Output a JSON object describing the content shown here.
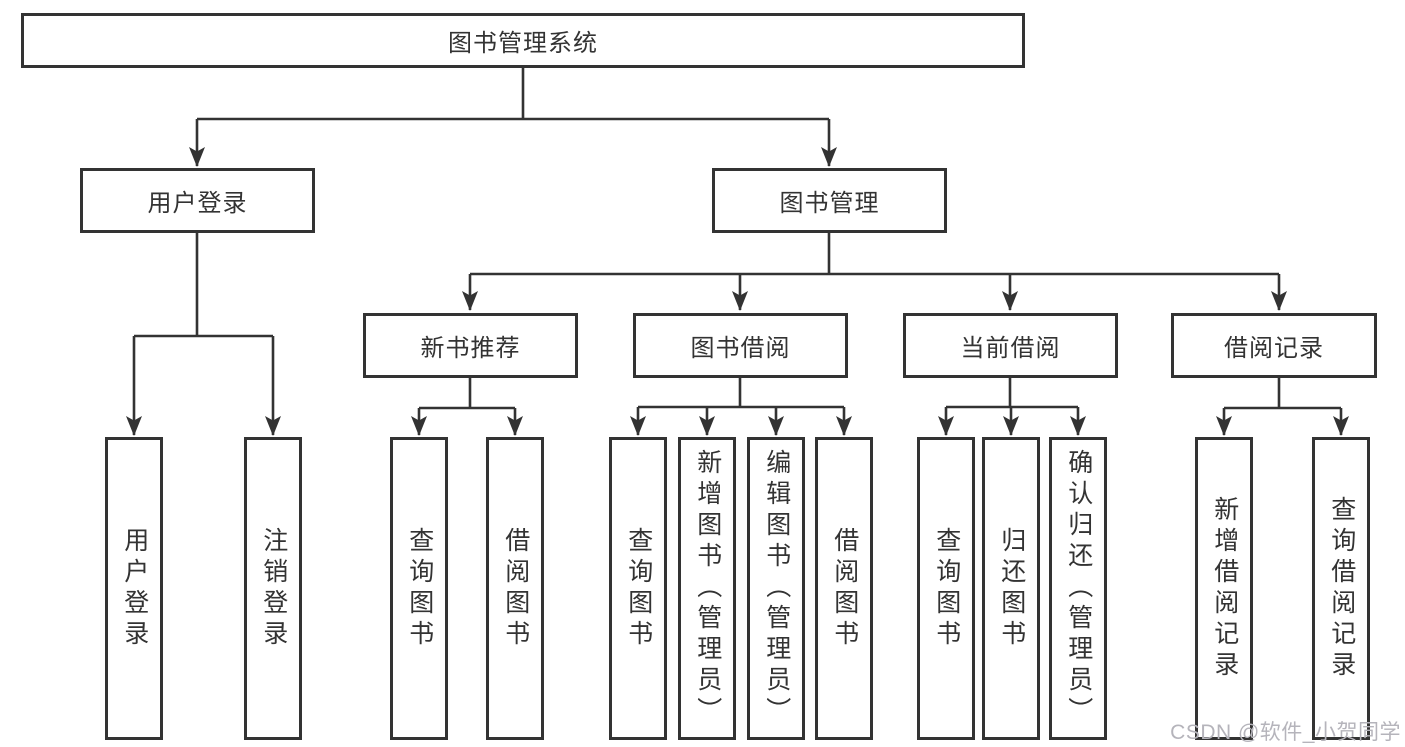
{
  "tree": {
    "root": {
      "label": "图书管理系统",
      "children": [
        {
          "label": "用户登录",
          "children": [
            {
              "label": "用户登录"
            },
            {
              "label": "注销登录"
            }
          ]
        },
        {
          "label": "图书管理",
          "children": [
            {
              "label": "新书推荐",
              "children": [
                {
                  "label": "查询图书"
                },
                {
                  "label": "借阅图书"
                }
              ]
            },
            {
              "label": "图书借阅",
              "children": [
                {
                  "label": "查询图书"
                },
                {
                  "label": "新增图书（管理员）"
                },
                {
                  "label": "编辑图书（管理员）"
                },
                {
                  "label": "借阅图书"
                }
              ]
            },
            {
              "label": "当前借阅",
              "children": [
                {
                  "label": "查询图书"
                },
                {
                  "label": "归还图书"
                },
                {
                  "label": "确认归还（管理员）"
                }
              ]
            },
            {
              "label": "借阅记录",
              "children": [
                {
                  "label": "新增借阅记录"
                },
                {
                  "label": "查询借阅记录"
                }
              ]
            }
          ]
        }
      ]
    }
  },
  "watermark": {
    "text": "CSDN @软件_小贺同学"
  },
  "colors": {
    "line": "#333333",
    "box_border": "#333333",
    "box_fill": "#ffffff",
    "text": "#333333",
    "watermark": "#b5b4bb",
    "background": "#ffffff"
  }
}
